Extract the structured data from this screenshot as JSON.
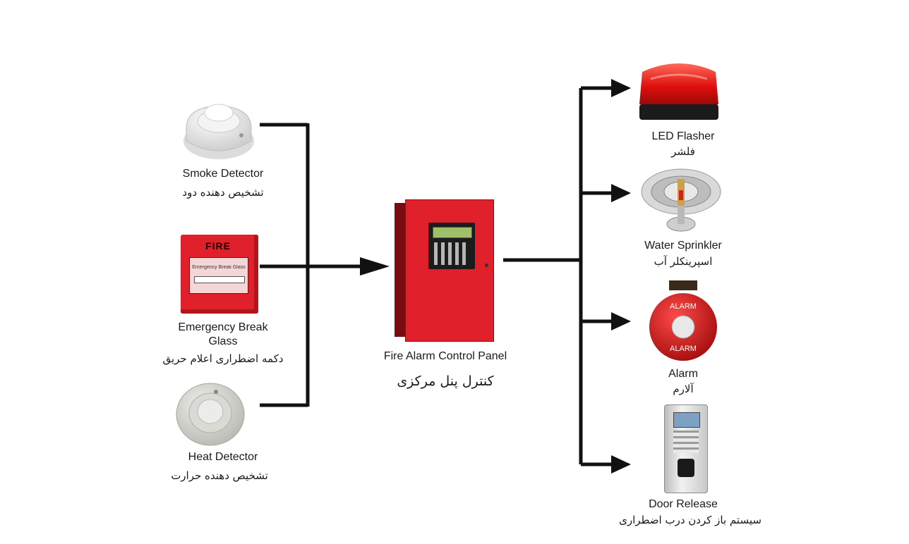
{
  "inputs": {
    "smoke": {
      "en": "Smoke Detector",
      "fa": "تشخیص دهنده دود"
    },
    "glass": {
      "en_line1": "Emergency Break",
      "en_line2": "Glass",
      "fa": "دکمه اضطراری اعلام حریق",
      "device_text": "FIRE",
      "strip_text": "Emergency Break Glass"
    },
    "heat": {
      "en": "Heat Detector",
      "fa": "تشخیص دهنده حرارت"
    }
  },
  "panel": {
    "en": "Fire Alarm Control Panel",
    "fa": "کنترل پنل مرکزی"
  },
  "outputs": {
    "flasher": {
      "en": "LED Flasher",
      "fa": "فلشر"
    },
    "sprinkler": {
      "en": "Water Sprinkler",
      "fa": "اسپرینکلر آب"
    },
    "alarm": {
      "en": "Alarm",
      "fa": "آلارم",
      "bell_text_top": "ALARM",
      "bell_text_bottom": "ALARM"
    },
    "door": {
      "en": "Door Release",
      "fa": "سیستم باز کردن درب اضطراری"
    }
  },
  "colors": {
    "wire": "#111111",
    "red": "#e0202a",
    "dark_red": "#9e1016"
  }
}
